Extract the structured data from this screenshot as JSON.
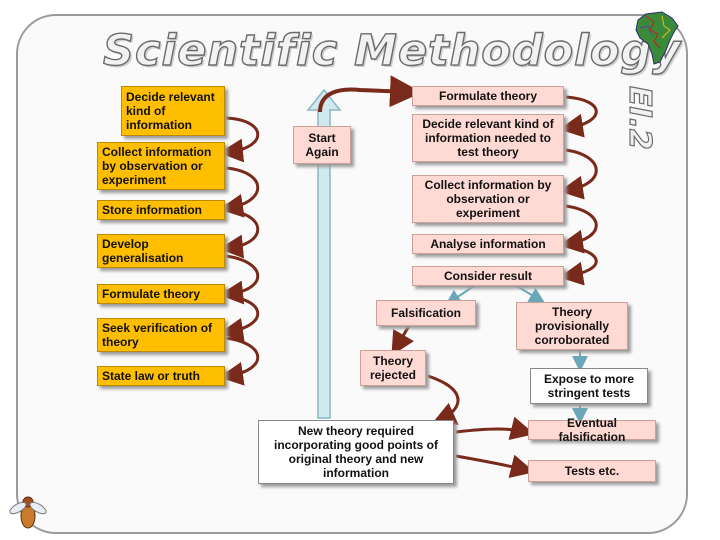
{
  "title": "Scientific Methodology",
  "slide_id": "EI.2",
  "left_steps": [
    "Decide relevant kind of information",
    "Collect information by observation or experiment",
    "Store information",
    "Develop generalisation",
    "Formulate theory",
    "Seek verification of theory",
    "State law or truth"
  ],
  "start_again": "Start Again",
  "right_steps": {
    "formulate": "Formulate theory",
    "decide": "Decide relevant kind of information needed to test theory",
    "collect": "Collect information by observation or experiment",
    "analyse": "Analyse information",
    "consider": "Consider result"
  },
  "falsification": "Falsification",
  "theory_rejected": "Theory rejected",
  "new_theory": "New theory required incorporating good points of original theory and new information",
  "corroborated": "Theory provisionally corroborated",
  "expose": "Expose to more stringent tests",
  "eventual": "Eventual falsification",
  "tests": "Tests etc.",
  "colors": {
    "orange": "#ffbf00",
    "pink": "#ffd9d4",
    "arrow_curve": "#7a2a1a",
    "arrow_up": "#cfe9ee"
  }
}
